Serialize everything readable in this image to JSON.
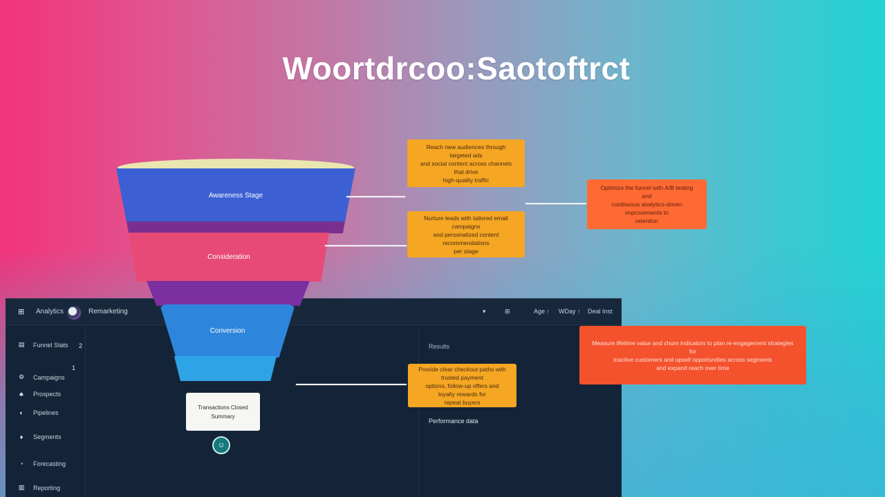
{
  "page": {
    "title": "Woortdrcoo:Saotoftrct",
    "colors": {
      "gradient_left": "#f2337a",
      "gradient_mid": "#9d97bb",
      "gradient_right": "#23d3d3",
      "panel_bg": "#142438",
      "callout_orange": "#f5a623",
      "callout_red": "#ff6a33",
      "callout_red_dark": "#f4522d"
    }
  },
  "funnel": {
    "stages": [
      {
        "label": "Awareness Stage",
        "color": "#3c5fd3"
      },
      {
        "label": "Consideration",
        "color": "#e84a78"
      },
      {
        "label": "Conversion",
        "color": "#2e86dc"
      },
      {
        "label": "",
        "color": "#2ea4e6"
      }
    ],
    "bands": [
      "#7a2f8e",
      "#7c2fa1"
    ],
    "rim_color": "#e9e6b0",
    "result_card": {
      "line1": "Transactions Closed",
      "line2": "Summary"
    },
    "result_icon": "user-check-icon"
  },
  "callouts": [
    {
      "line1": "Reach new audiences through targeted ads",
      "line2": "and social content across channels that drive",
      "line3": "high-quality traffic",
      "style": "orange"
    },
    {
      "line1": "Nurture leads with tailored email campaigns",
      "line2": "and personalized content recommendations",
      "line3": "per stage",
      "style": "orange"
    },
    {
      "line1": "Optimize the funnel with A/B testing and",
      "line2": "continuous analytics-driven improvements to",
      "line3": "retention",
      "style": "red"
    },
    {
      "line1": "Provide clear checkout paths with trusted payment",
      "line2": "options, follow-up offers and loyalty rewards for",
      "line3": "repeat buyers",
      "style": "orange"
    },
    {
      "line1": "Measure lifetime value and churn indicators to plan re-engagement strategies for",
      "line2": "inactive customers and upsell opportunities across segments",
      "line3": "and expand reach over time",
      "style": "red2"
    }
  ],
  "app": {
    "header": {
      "app_icon": "grid-icon",
      "app_name": "Analytics",
      "user_avatar": "avatar",
      "user_name": "Remarketing",
      "right_items": [
        "▾",
        "⊞",
        "Age ↑",
        "WDay ↑",
        "Deal  Inst"
      ]
    },
    "sidebar": {
      "items": [
        {
          "icon": "file-icon",
          "glyph": "▤",
          "label": "Funnel Stats"
        },
        {
          "icon": "settings-icon",
          "glyph": "⚙",
          "label": "Campaigns"
        },
        {
          "icon": "users-icon",
          "glyph": "♣",
          "label": "Prospects"
        },
        {
          "icon": "circle-icon",
          "glyph": "◐",
          "label": "Pipelines"
        },
        {
          "icon": "tag-icon",
          "glyph": "♦",
          "label": "Segments"
        },
        {
          "icon": "chart-icon",
          "glyph": "◔",
          "label": "Forecasting"
        },
        {
          "icon": "doc-icon",
          "glyph": "▥",
          "label": "Reporting"
        }
      ],
      "badges": [
        "2",
        "1"
      ]
    },
    "right_panel": {
      "label_top": "Results",
      "label_bottom": "Performance data"
    }
  }
}
